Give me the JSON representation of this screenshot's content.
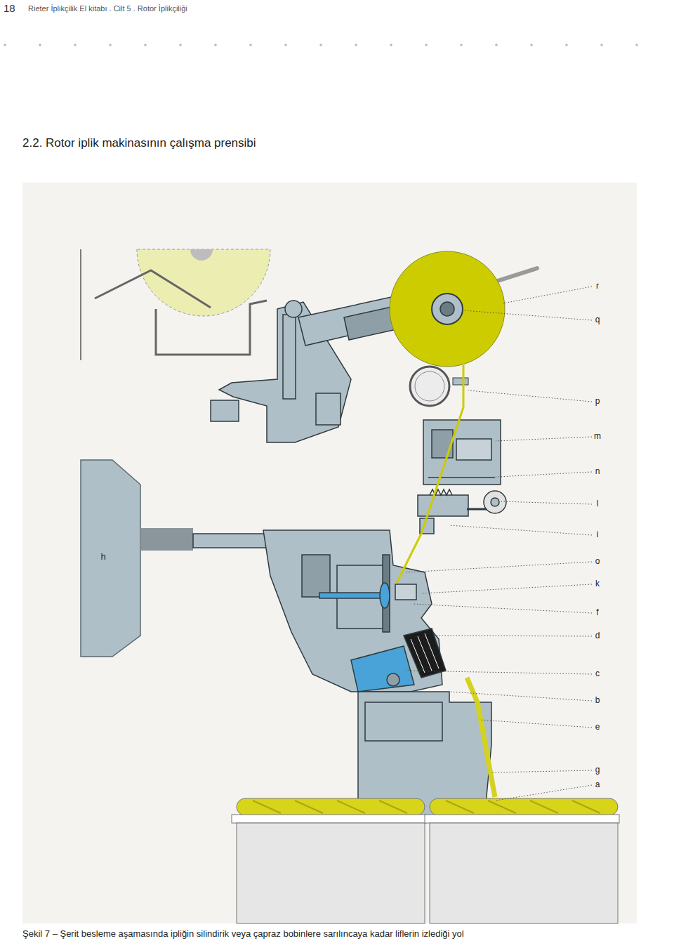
{
  "diagram": {
    "title": "2.2. Rotor iplik makinasının çalışma prensibi",
    "caption": "Şekil 7 – Şerit besleme aşamasında ipliğin silindirik veya çapraz bobinlere sarılıncaya kadar liflerin izlediği yol",
    "labels": [
      "18",
      "Rieter İplikçilik El kitabı . Cilt 5 . Rotor İplikçiliği",
      "r",
      "q",
      "p",
      "m",
      "n",
      "l",
      "i",
      "h",
      "o",
      "k",
      "f",
      "d",
      "c",
      "b",
      "e",
      "g",
      "a"
    ]
  }
}
